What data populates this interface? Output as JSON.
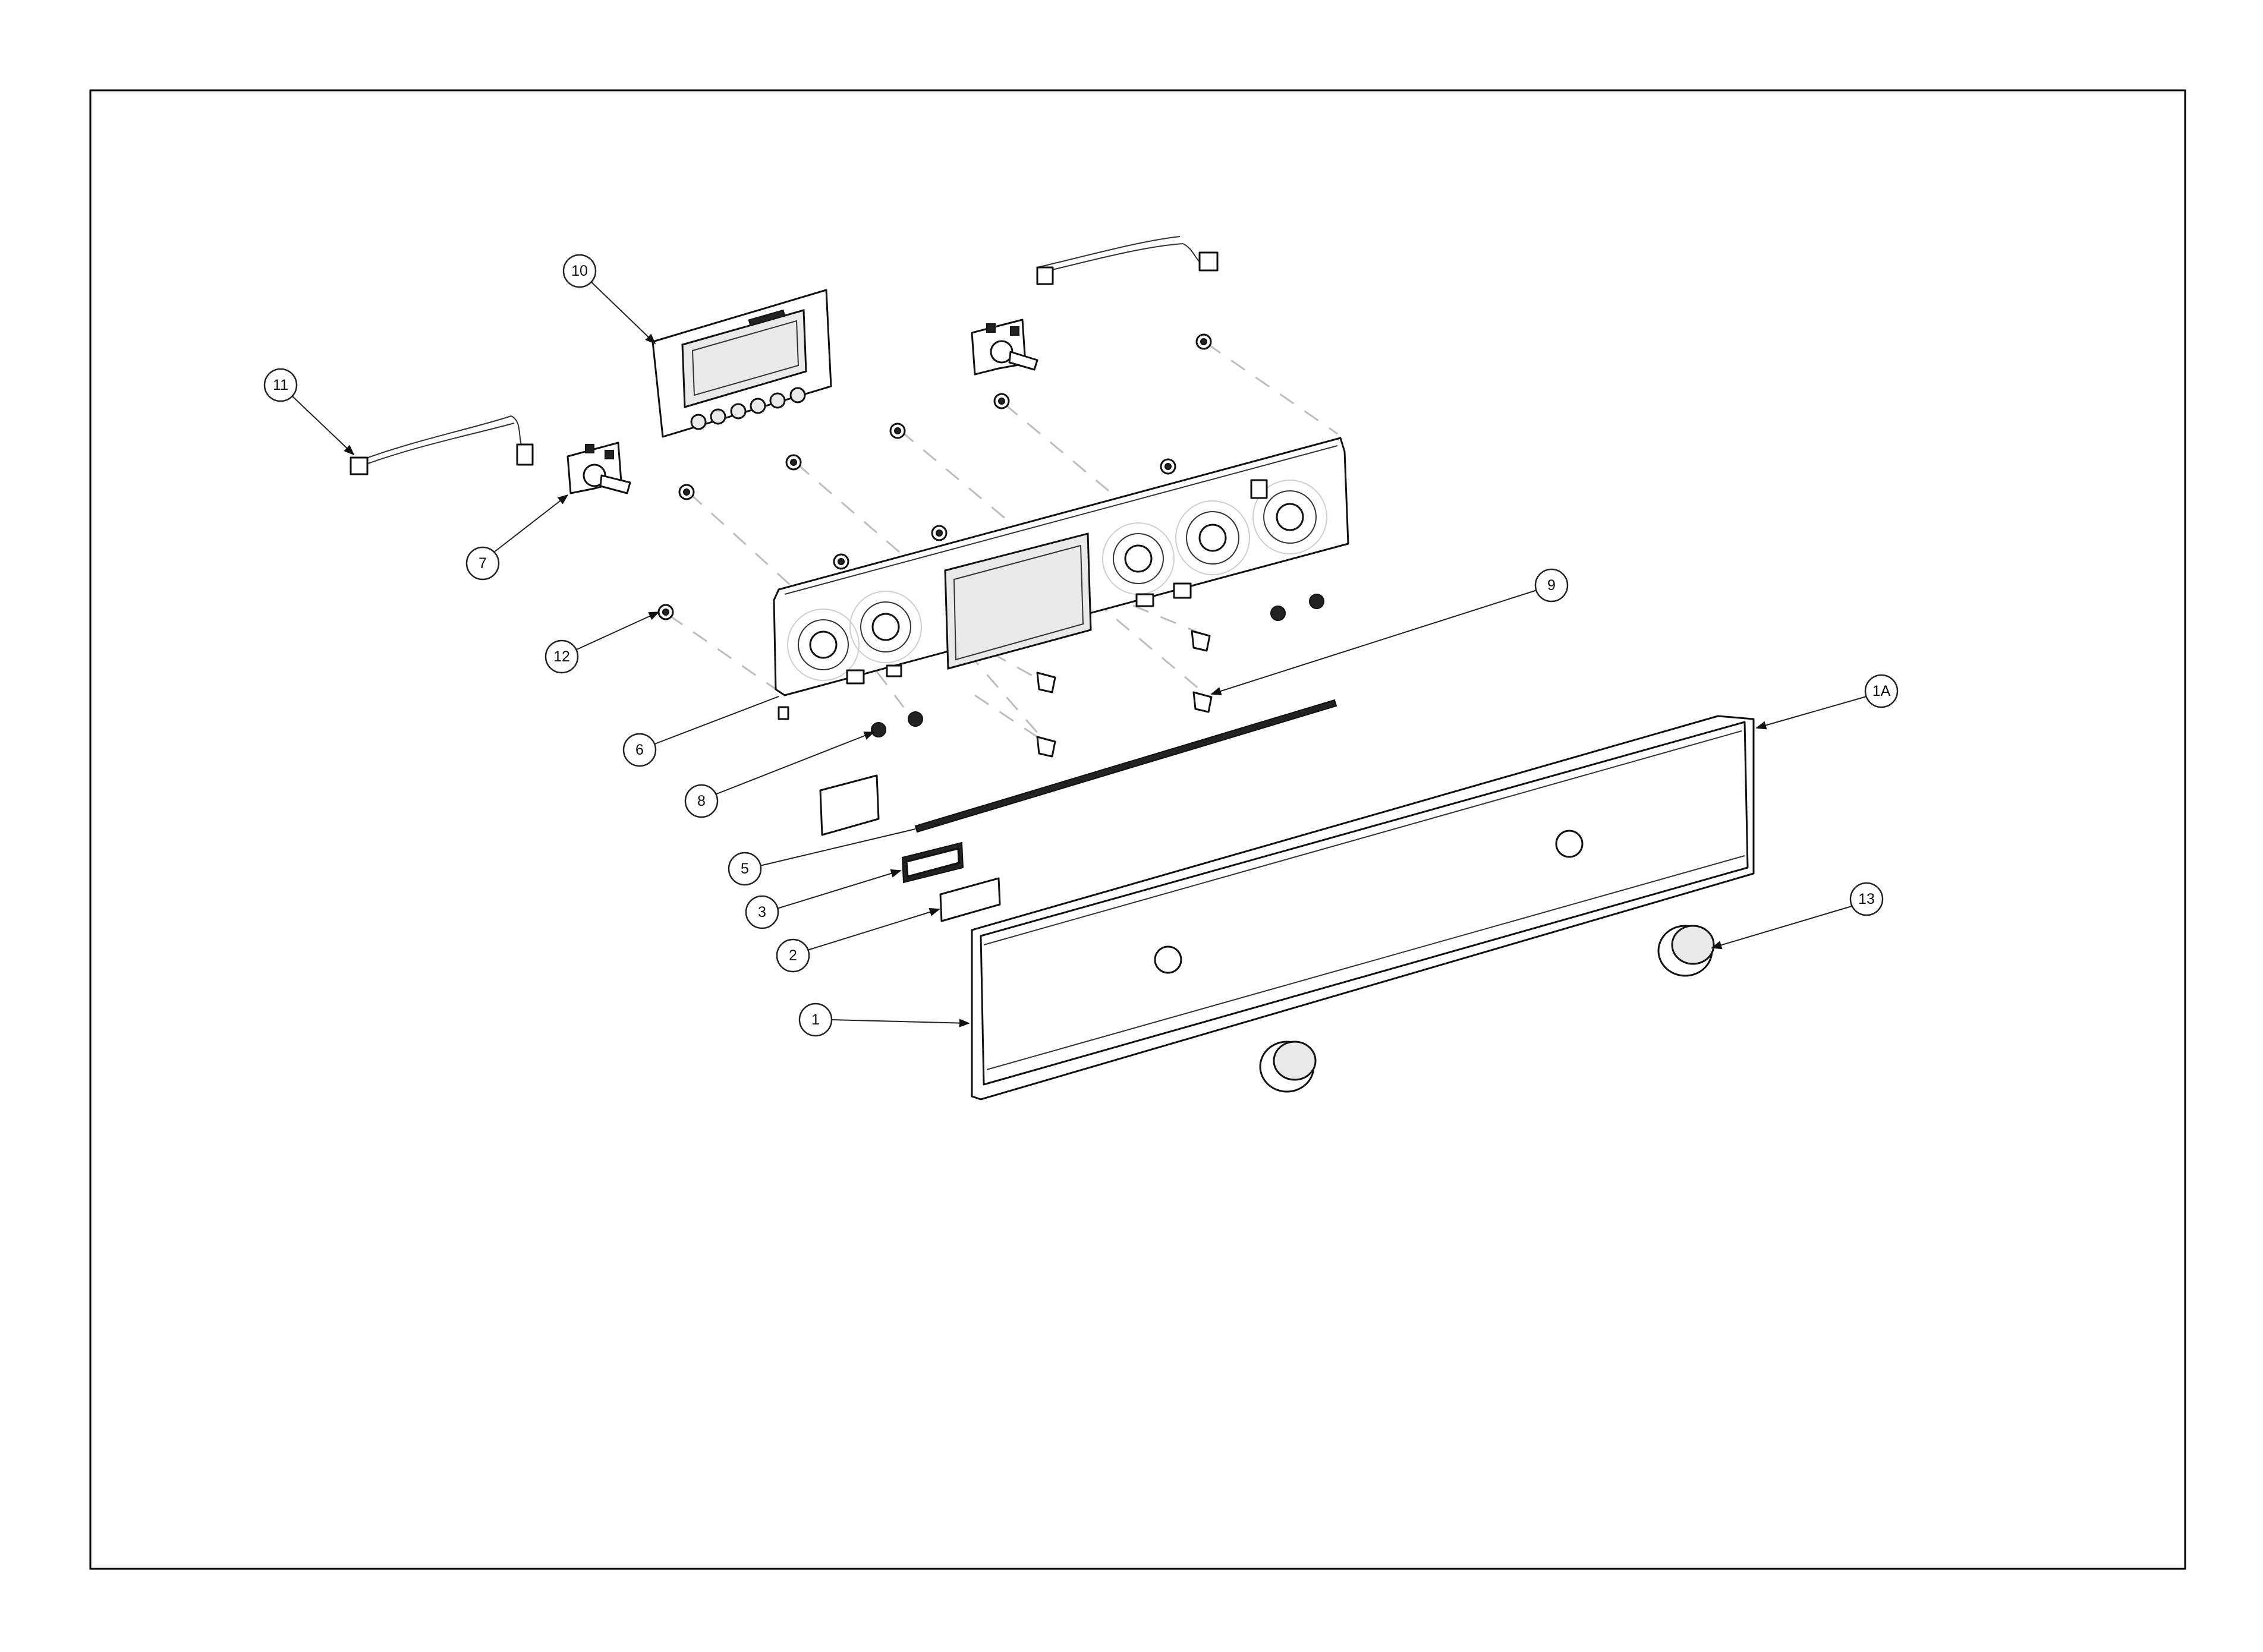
{
  "callouts": {
    "c1": "1",
    "c1a": "1A",
    "c2": "2",
    "c3": "3",
    "c5": "5",
    "c6": "6",
    "c7": "7",
    "c8": "8",
    "c9": "9",
    "c10": "10",
    "c11": "11",
    "c12": "12",
    "c13": "13"
  }
}
